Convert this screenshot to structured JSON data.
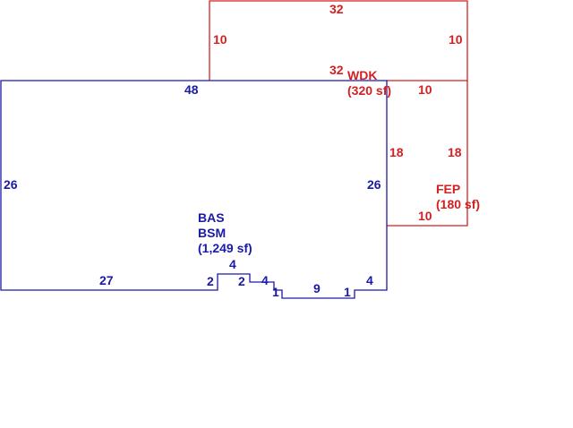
{
  "colors": {
    "main": "#1a1aa6",
    "addition": "#d42020"
  },
  "main_structure": {
    "labels": [
      "BAS",
      "BSM",
      "(1,249 sf)"
    ],
    "dims": {
      "top": "48",
      "left": "26",
      "right": "26",
      "bottom_left": "27",
      "notch1_left": "2",
      "notch1_top": "4",
      "notch1_right": "2",
      "step_top": "4",
      "step_down_left": "1",
      "bottom_mid": "9",
      "step_down_right": "1",
      "bottom_right": "4"
    }
  },
  "wdk": {
    "label": "WDK",
    "area": "(320 sf)",
    "dims": {
      "top": "32",
      "bottom": "32",
      "left": "10",
      "right": "10"
    }
  },
  "fep": {
    "label": "FEP",
    "area": "(180 sf)",
    "dims": {
      "top": "10",
      "bottom": "10",
      "left": "18",
      "right": "18"
    }
  }
}
